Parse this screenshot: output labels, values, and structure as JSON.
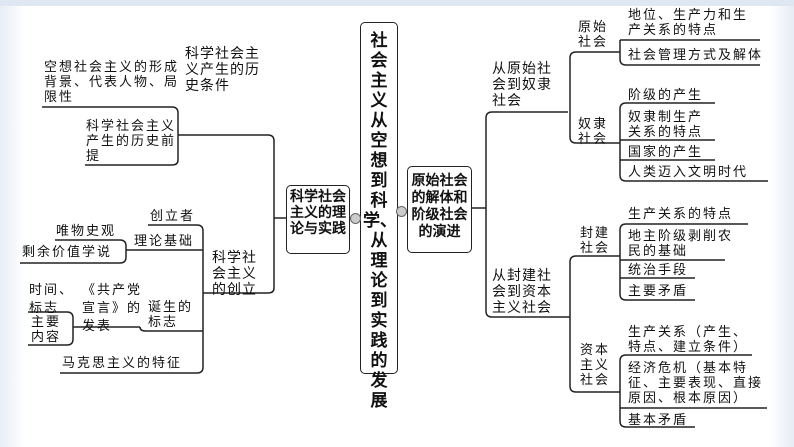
{
  "center_title": "社会主义从空想到科学、从理论到实践的发展",
  "left": {
    "title": "科学社会主义的理论与实践",
    "history": {
      "label": "科学社会主义产生的历史条件",
      "premise": "科学社会主义产生的历史前提",
      "utopian": "空想社会主义的形成背景、代表人物、局限性"
    },
    "founding": {
      "label": "科学社会主义的创立",
      "founder": "创立者",
      "theory_basis": "理论基础",
      "materialism": "唯物史观",
      "surplus_value": "剩余价值学说",
      "birth_mark": "诞生的标志",
      "manifesto": "《共产党宣言》的发表",
      "time_mark": "时间、标志",
      "main_content": "主要内容",
      "marxism_features": "马克思主义的特征"
    }
  },
  "right": {
    "title": "原始社会的解体和阶级社会的演进",
    "primitive_to_slave": {
      "label": "从原始社会到奴隶社会",
      "primitive": {
        "label": "原始社会",
        "items": [
          "地位、生产力和生产关系的特点",
          "社会管理方式及解体"
        ]
      },
      "slave": {
        "label": "奴隶社会",
        "items": [
          "阶级的产生",
          "奴隶制生产关系的特点",
          "国家的产生",
          "人类迈入文明时代"
        ]
      }
    },
    "feudal_to_capitalist": {
      "label": "从封建社会到资本主义社会",
      "feudal": {
        "label": "封建社会",
        "items": [
          "生产关系的特点",
          "地主阶级剥削农民的基础",
          "统治手段",
          "主要矛盾"
        ]
      },
      "capitalist": {
        "label": "资本主义社会",
        "items": [
          "生产关系（产生、特点、建立条件）",
          "经济危机（基本特征、主要表现、直接原因、根本原因）",
          "基本矛盾"
        ]
      }
    }
  }
}
